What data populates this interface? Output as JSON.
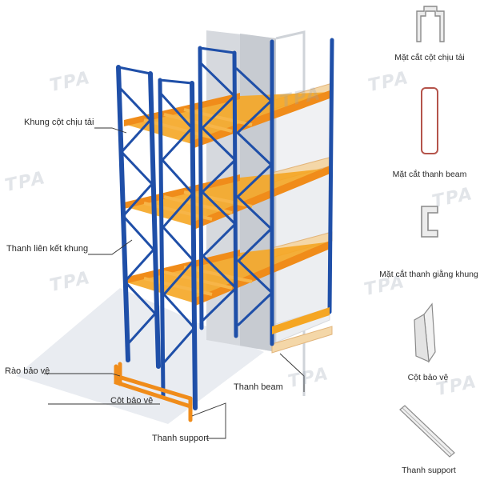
{
  "callouts": {
    "load_frame": "Khung cột chịu tải",
    "frame_bracing": "Thanh liên kết khung",
    "guard_rail": "Rào bảo vệ",
    "post_protector": "Cột bảo vệ",
    "support_bar": "Thanh support",
    "beam": "Thanh beam"
  },
  "sections": {
    "upright": "Mặt cắt cột chịu tải",
    "beam": "Mặt cắt thanh beam",
    "bracing": "Mặt cắt thanh giằng khung",
    "protector": "Cột bảo vệ",
    "support": "Thanh support"
  },
  "watermark": "TPA",
  "colors": {
    "upright": "#1f4fa8",
    "beam": "#f5a623",
    "pallet": "#f4d7a8",
    "profile": "#8a8a8a",
    "beam_profile": "#b5544b"
  }
}
